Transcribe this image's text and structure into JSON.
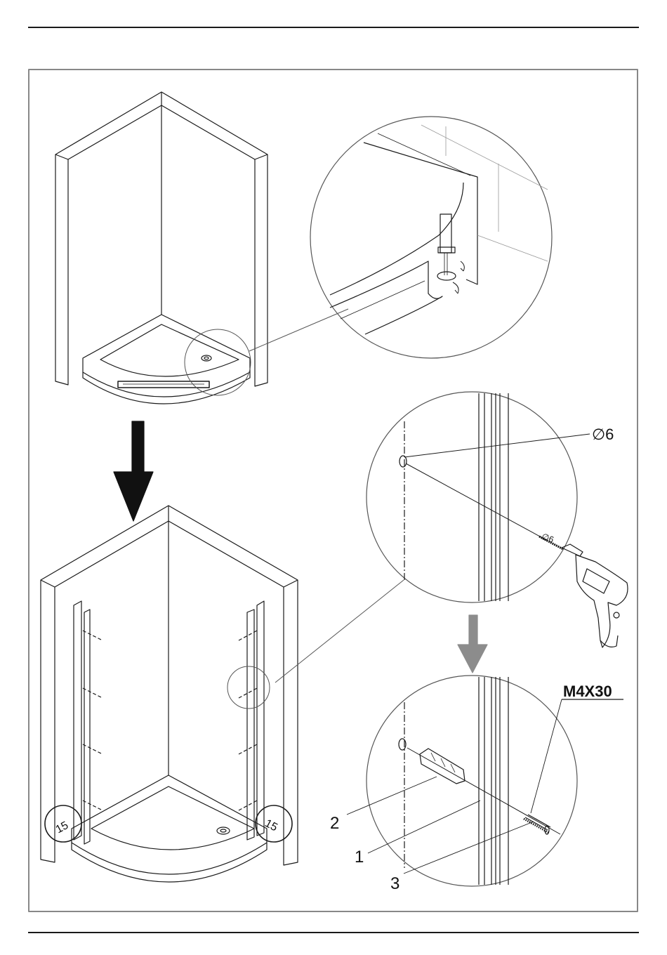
{
  "labels": {
    "hole_diameter": "∅6",
    "bit_diameter": "∅6",
    "screw_spec": "M4X30",
    "gap_left": "15",
    "gap_right": "15",
    "part_1": "1",
    "part_2": "2",
    "part_3": "3"
  },
  "colors": {
    "line": "#1a1a1a",
    "frame": "#888888",
    "arrow_main": "#111111",
    "arrow_step": "#8c8c8c"
  },
  "icons": {
    "step_arrow": "down-arrow-icon",
    "drill": "power-drill-icon",
    "screw": "screw-icon",
    "wall_plug": "wall-plug-icon"
  }
}
